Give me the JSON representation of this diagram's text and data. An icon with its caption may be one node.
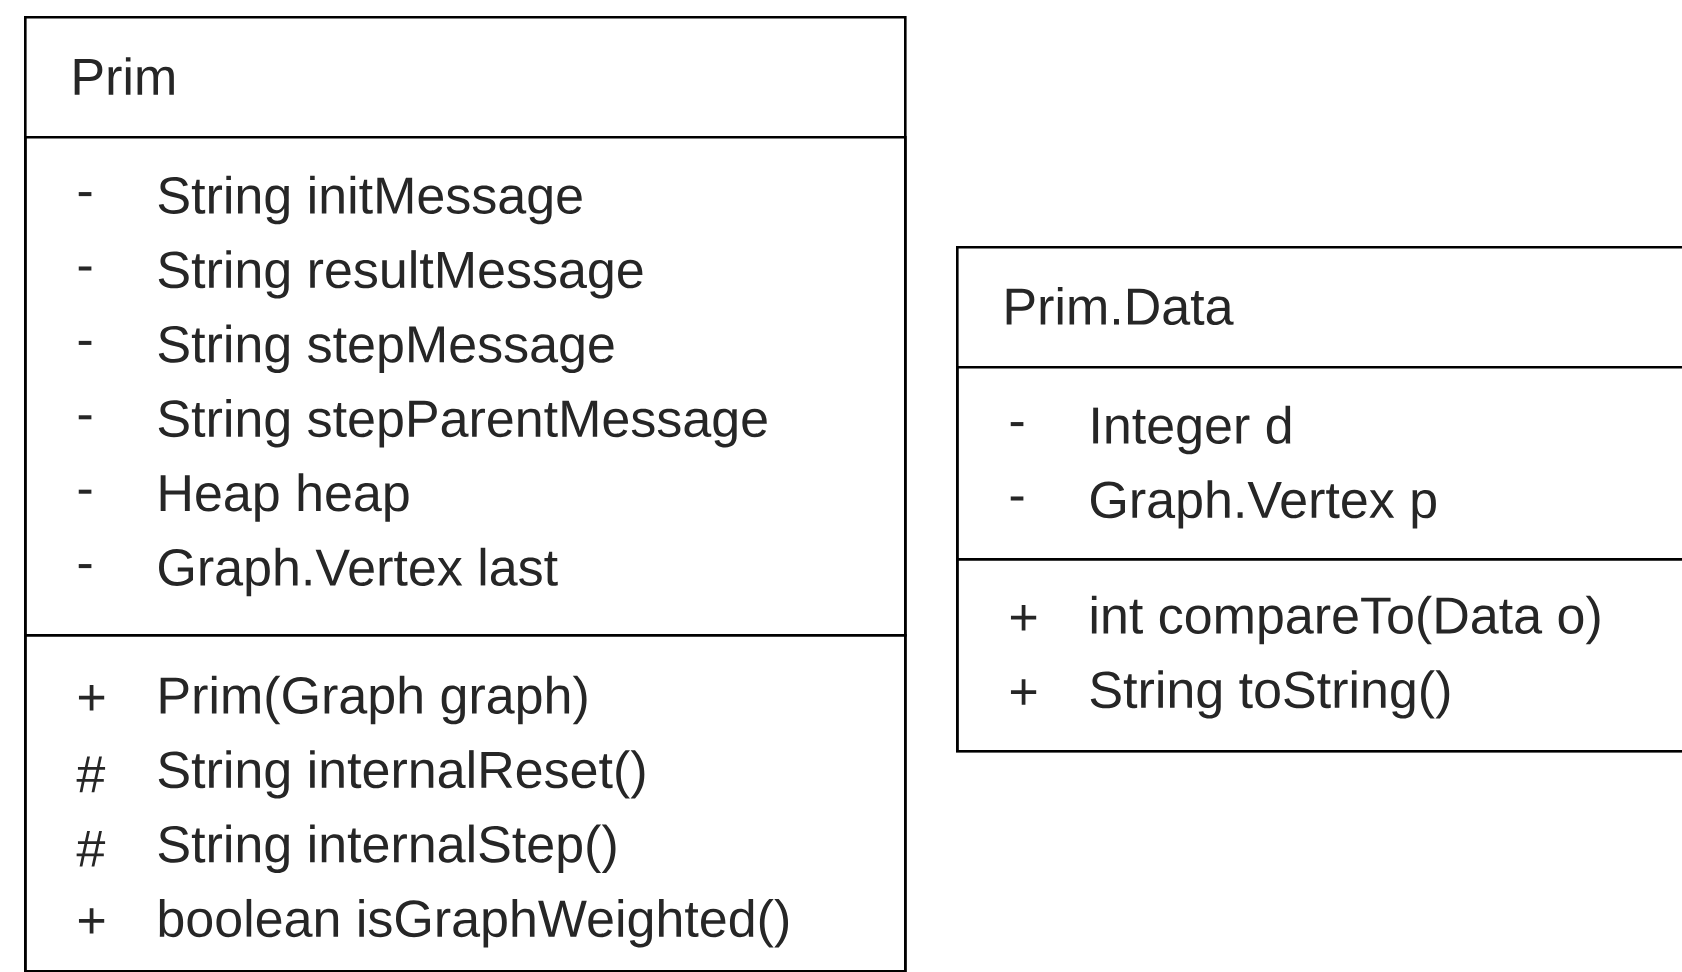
{
  "diagram": {
    "nodes": [
      {
        "text": [
          "Prim"
        ]
      },
      {
        "text": [
          "-",
          "String initMessage",
          "-",
          "String resultMessage",
          "-",
          "String stepMessage",
          "-",
          "String stepParentMessage",
          "-",
          "Heap heap",
          "-",
          "Graph.Vertex last"
        ],
        "in": 0
      },
      {
        "text": [
          "+",
          "Prim(Graph graph)",
          "#",
          "String internalReset()",
          "#",
          "String internalStep()",
          "+",
          "boolean isGraphWeighted()"
        ],
        "in": 0
      },
      {
        "text": [
          "Prim.Data"
        ]
      },
      {
        "text": [
          "-",
          "Integer d",
          "-",
          "Graph.Vertex p"
        ],
        "in": 3
      },
      {
        "text": [
          "+",
          "int compareTo(Data o)",
          "+",
          "String toString()"
        ],
        "in": 3
      }
    ]
  }
}
